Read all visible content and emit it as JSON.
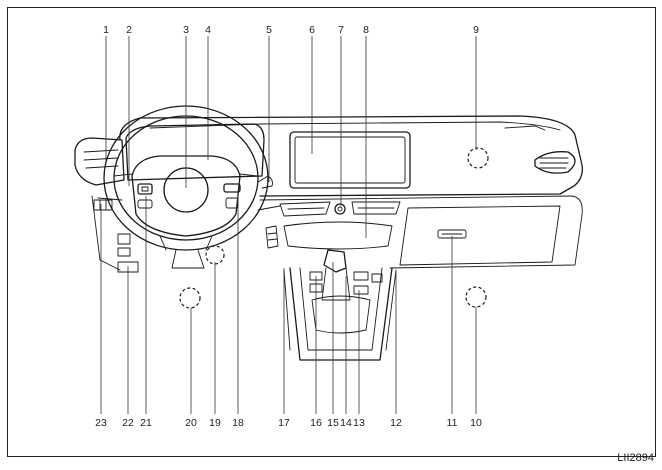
{
  "diagram": {
    "image_code": "LII2894",
    "callouts_top": [
      "1",
      "2",
      "3",
      "4",
      "5",
      "6",
      "7",
      "8",
      "9"
    ],
    "callouts_bottom": [
      "23",
      "22",
      "21",
      "20",
      "19",
      "18",
      "17",
      "16",
      "15",
      "14",
      "13",
      "12",
      "11",
      "10"
    ]
  }
}
